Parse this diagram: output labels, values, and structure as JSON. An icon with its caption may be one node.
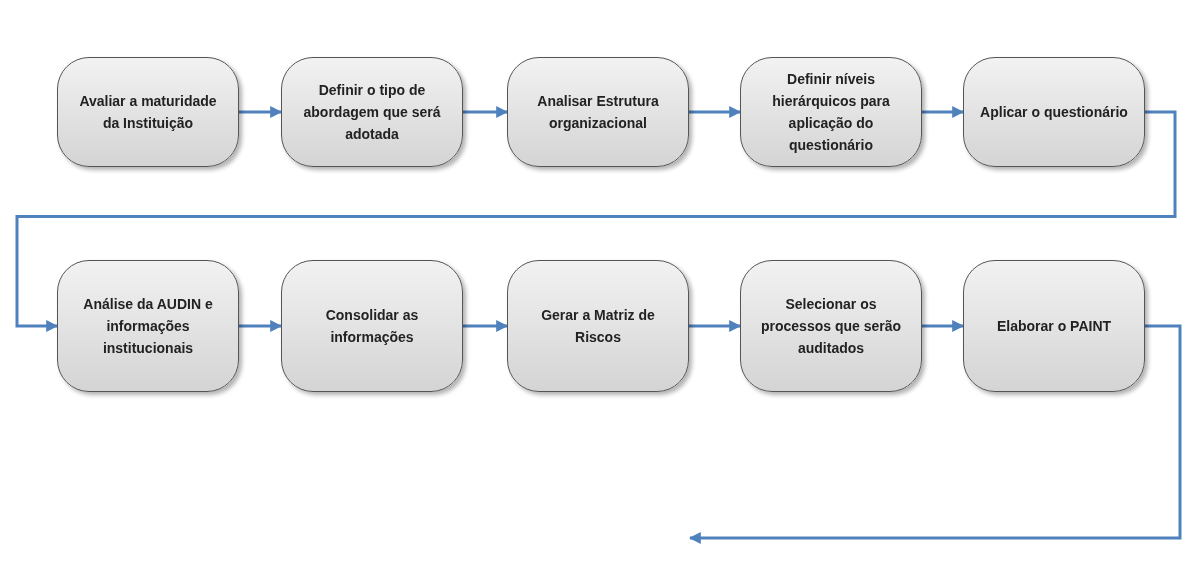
{
  "diagram": {
    "nodes": [
      {
        "text": [
          "Avaliar a maturidade da Instituição"
        ]
      },
      {
        "text": [
          "Definir o tipo de abordagem que será adotada"
        ]
      },
      {
        "text": [
          "Analisar Estrutura organizacional"
        ]
      },
      {
        "text": [
          "Definir níveis hierárquicos para aplicação do questionário"
        ]
      },
      {
        "text": [
          "Aplicar o questionário"
        ]
      },
      {
        "text": [
          "Análise da AUDIN e informações institucionais"
        ]
      },
      {
        "text": [
          "Consolidar as informações"
        ]
      },
      {
        "text": [
          "Gerar a Matriz de Riscos"
        ]
      },
      {
        "text": [
          "Selecionar os processos que serão auditados"
        ]
      },
      {
        "text": [
          "Elaborar o PAINT"
        ]
      }
    ],
    "edges": [
      {
        "from": 0,
        "to": 1,
        "arrow": "to"
      },
      {
        "from": 1,
        "to": 2,
        "arrow": "to"
      },
      {
        "from": 2,
        "to": 3,
        "arrow": "to"
      },
      {
        "from": 3,
        "to": 4,
        "arrow": "to"
      },
      {
        "from": 4,
        "to": 5,
        "arrow": "to"
      },
      {
        "from": 5,
        "to": 6,
        "arrow": "to"
      },
      {
        "from": 6,
        "to": 7,
        "arrow": "to"
      },
      {
        "from": 7,
        "to": 8,
        "arrow": "to"
      },
      {
        "from": 8,
        "to": 9,
        "arrow": "to"
      },
      {
        "from": 9,
        "to": null,
        "arrow": "to"
      }
    ]
  }
}
